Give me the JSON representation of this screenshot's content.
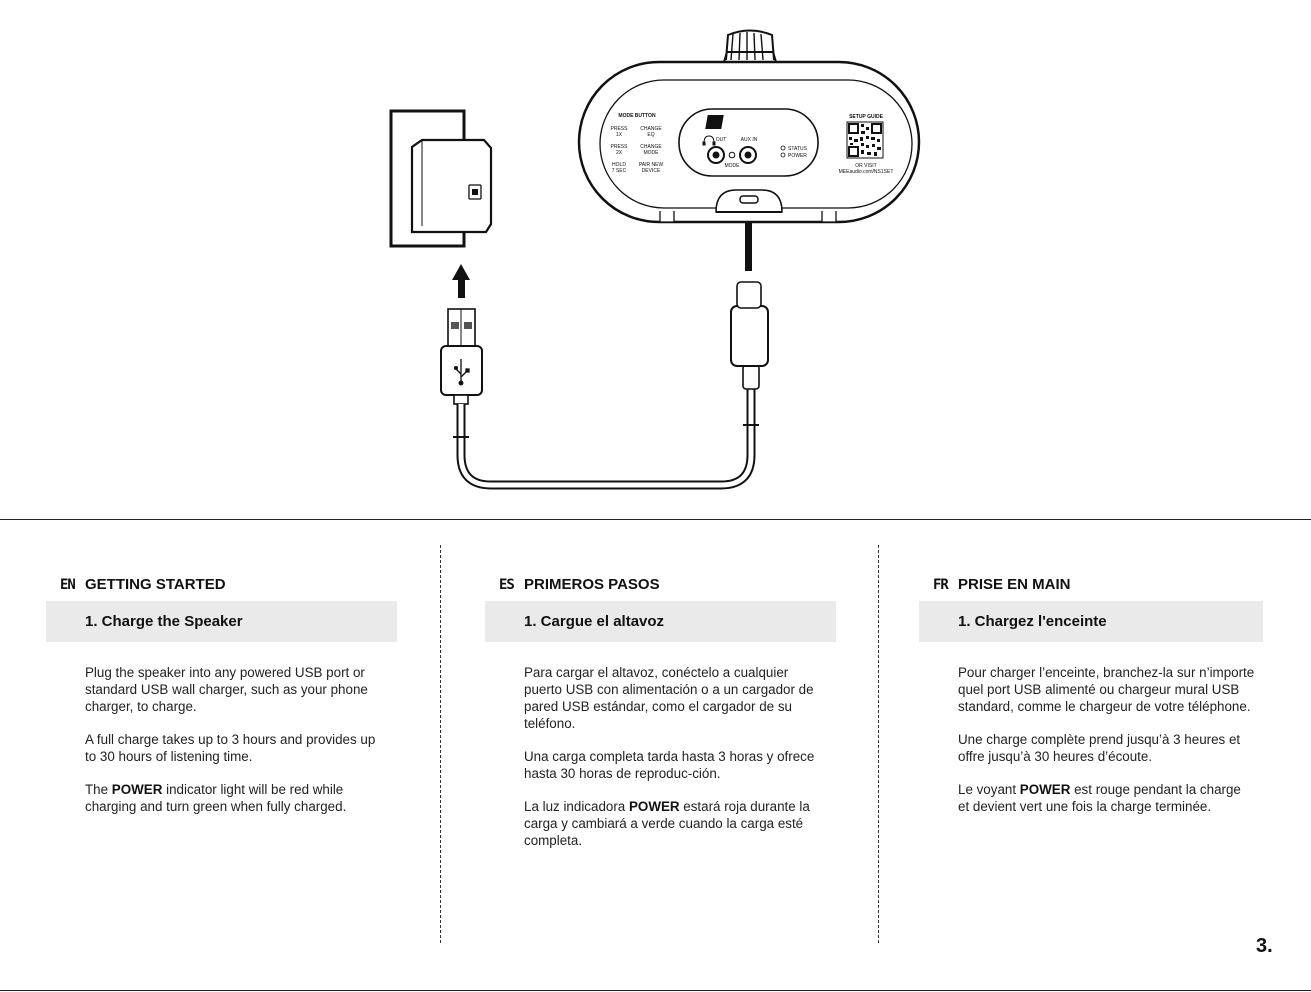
{
  "device_panel": {
    "mode_button_label": "MODE BUTTON",
    "press_1x": [
      "PRESS",
      "1X"
    ],
    "change_eq": [
      "CHANGE",
      "EQ"
    ],
    "press_2x": [
      "PRESS",
      "2X"
    ],
    "change_mode": [
      "CHANGE",
      "MODE"
    ],
    "hold_7sec": [
      "HOLD",
      "7 SEC"
    ],
    "pair_new_device": [
      "PAIR NEW",
      "DEVICE"
    ],
    "logo": "MEE",
    "out_label": "OUT",
    "aux_in_label": "AUX IN",
    "mode_label": "MODE",
    "status_label": "STATUS",
    "power_label": "POWER",
    "setup_guide_label": "SETUP GUIDE",
    "or_visit_label": "OR VISIT",
    "setup_url": "MEEaudio.com/NS1SET"
  },
  "columns": [
    {
      "lang": "EN",
      "title": "GETTING STARTED",
      "step": "1. Charge the Speaker",
      "paragraphs": [
        {
          "text": "Plug the speaker into any powered USB port or standard USB wall charger, such as your phone charger, to charge."
        },
        {
          "text": "A full charge takes up to 3 hours and provides up to 30 hours of listening time."
        },
        {
          "pre": "The ",
          "strong": "POWER",
          "post": " indicator light will be red while charging and turn green when fully charged."
        }
      ]
    },
    {
      "lang": "ES",
      "title": "PRIMEROS PASOS",
      "step": "1. Cargue el altavoz",
      "paragraphs": [
        {
          "text": "Para cargar el altavoz, conéctelo a cualquier puerto USB con alimentación o a un cargador de pared USB estándar, como el cargador de su teléfono."
        },
        {
          "text": "Una carga completa tarda hasta 3 horas y ofrece hasta 30 horas de reproduc-ción."
        },
        {
          "pre": "La luz indicadora ",
          "strong": "POWER",
          "post": " estará roja durante la carga y cambiará a verde cuando la carga esté completa."
        }
      ]
    },
    {
      "lang": "FR",
      "title": "PRISE EN MAIN",
      "step": "1. Chargez l'enceinte",
      "paragraphs": [
        {
          "text": "Pour charger l’enceinte, branchez-la sur n’importe quel port USB alimenté ou chargeur mural USB standard, comme le chargeur de votre téléphone."
        },
        {
          "text": "Une charge complète prend jusqu’à 3 heures et offre jusqu’à 30 heures d’écoute."
        },
        {
          "pre": "Le voyant ",
          "strong": "POWER",
          "post": " est rouge pendant la charge et devient vert une fois la charge terminée."
        }
      ]
    }
  ],
  "page_number": "3."
}
